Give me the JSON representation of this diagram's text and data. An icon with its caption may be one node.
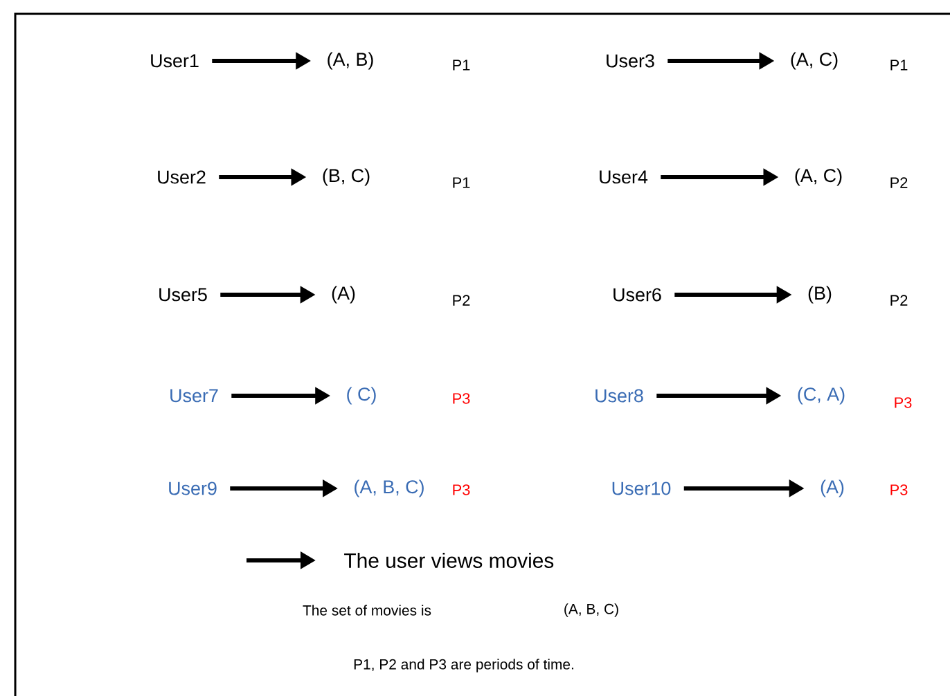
{
  "diagram": {
    "nodes": [
      {
        "text": [
          "User1"
        ]
      },
      {
        "text": [
          "(A, B)"
        ]
      },
      {
        "text": [
          "User3"
        ]
      },
      {
        "text": [
          "(A, C)"
        ]
      },
      {
        "text": [
          "User2"
        ]
      },
      {
        "text": [
          "(B, C)"
        ]
      },
      {
        "text": [
          "User4"
        ]
      },
      {
        "text": [
          "(A, C)"
        ]
      },
      {
        "text": [
          "User5"
        ]
      },
      {
        "text": [
          "(A)"
        ]
      },
      {
        "text": [
          "User6"
        ]
      },
      {
        "text": [
          "(B)"
        ]
      },
      {
        "text": [
          "User7"
        ]
      },
      {
        "text": [
          "( C)"
        ]
      },
      {
        "text": [
          "User8"
        ]
      },
      {
        "text": [
          "(C, A)"
        ]
      },
      {
        "text": [
          "User9"
        ]
      },
      {
        "text": [
          "(A, B, C)"
        ]
      },
      {
        "text": [
          "User10"
        ]
      },
      {
        "text": [
          "(A)"
        ]
      }
    ],
    "edges": [
      {
        "from": 0,
        "to": 1,
        "arrow": "to"
      },
      {
        "from": 2,
        "to": 3,
        "arrow": "to"
      },
      {
        "from": 4,
        "to": 5,
        "arrow": "to"
      },
      {
        "from": 6,
        "to": 7,
        "arrow": "to"
      },
      {
        "from": 8,
        "to": 9,
        "arrow": "to"
      },
      {
        "from": 10,
        "to": 11,
        "arrow": "to"
      },
      {
        "from": 12,
        "to": 13,
        "arrow": "to"
      },
      {
        "from": 14,
        "to": 15,
        "arrow": "to"
      },
      {
        "from": 16,
        "to": 17,
        "arrow": "to"
      },
      {
        "from": 18,
        "to": 19,
        "arrow": "to"
      }
    ],
    "labels": [
      "P1",
      "P1",
      "P1",
      "P2",
      "P2",
      "P2",
      "P3",
      "P3",
      "P3",
      "P3",
      "The set of movies is",
      "(A, B, C)",
      "P1, P2 and P3 are periods of time."
    ],
    "legend": [
      {
        "text": "The user views movies"
      }
    ]
  }
}
